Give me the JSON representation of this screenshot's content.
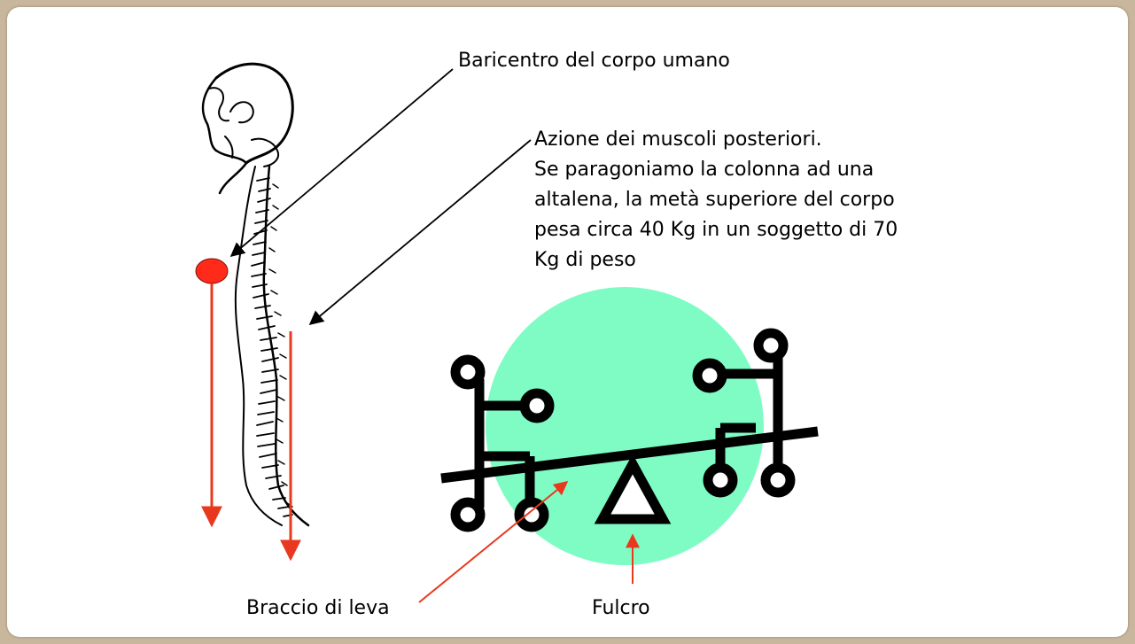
{
  "labels": {
    "center_of_gravity": "Baricentro del corpo umano",
    "muscle_action": [
      "Azione dei muscoli  posteriori.",
      "Se paragoniamo la colonna ad una",
      "altalena, la metà  superiore del corpo",
      "pesa circa 40 Kg in un soggetto di 70",
      "Kg di peso"
    ],
    "lever_arm": "Braccio di leva",
    "fulcrum": "Fulcro"
  },
  "colors": {
    "frame": "#c8b69d",
    "background": "#ffffff",
    "center_of_gravity_dot": "#ff2a1a",
    "force_arrows": "#e8391e",
    "seesaw_circle": "#7ffcc4",
    "seesaw": "#000000"
  }
}
